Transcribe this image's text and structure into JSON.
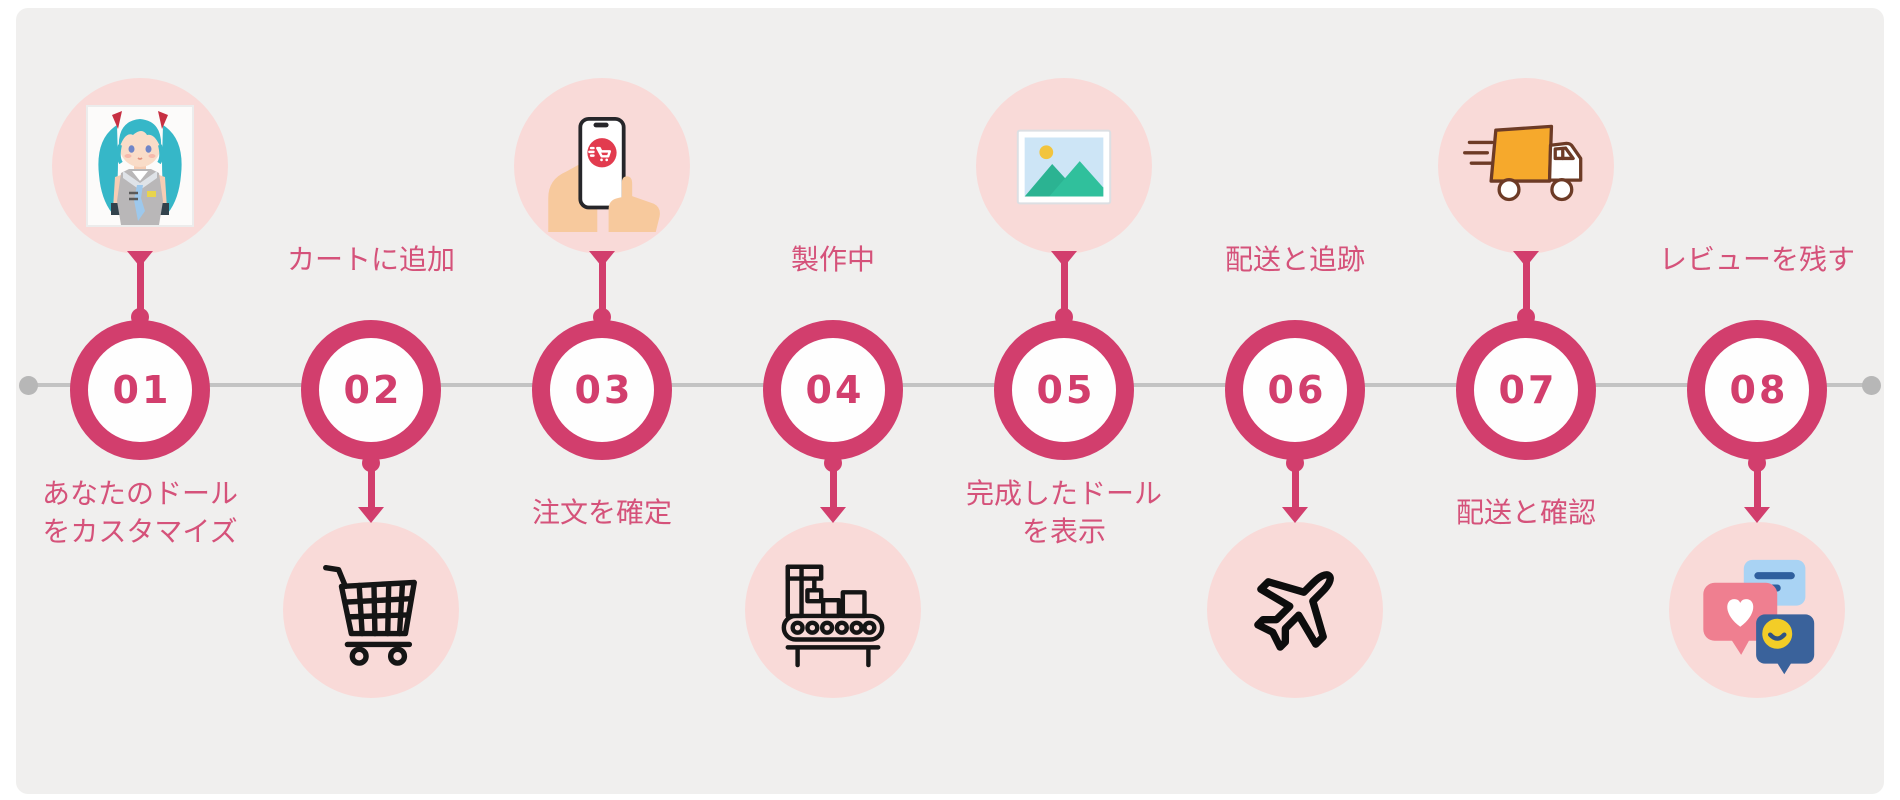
{
  "page": {
    "background": "#ffffff",
    "panel_background": "#f0efee"
  },
  "colors": {
    "accent": "#d23e6d",
    "label_text": "#d5527a",
    "icon_circle_fill": "#f9dad8",
    "timeline_line": "#c3c3c3",
    "timeline_dot": "#b7b7b7"
  },
  "timeline": {
    "steps": [
      {
        "number": "01",
        "icon": "doll-photo-icon",
        "icon_position": "above",
        "label_lines": [
          "あなたのドール",
          "をカスタマイズ"
        ]
      },
      {
        "number": "02",
        "icon": "shopping-cart-icon",
        "icon_position": "below",
        "label_lines": [
          "カートに追加"
        ]
      },
      {
        "number": "03",
        "icon": "phone-order-icon",
        "icon_position": "above",
        "label_lines": [
          "注文を確定"
        ]
      },
      {
        "number": "04",
        "icon": "production-line-icon",
        "icon_position": "below",
        "label_lines": [
          "製作中"
        ]
      },
      {
        "number": "05",
        "icon": "photo-icon",
        "icon_position": "above",
        "label_lines": [
          "完成したドール",
          "を表示"
        ]
      },
      {
        "number": "06",
        "icon": "airplane-icon",
        "icon_position": "below",
        "label_lines": [
          "配送と追跡"
        ]
      },
      {
        "number": "07",
        "icon": "delivery-truck-icon",
        "icon_position": "above",
        "label_lines": [
          "配送と確認"
        ]
      },
      {
        "number": "08",
        "icon": "review-chat-icon",
        "icon_position": "below",
        "label_lines": [
          "レビューを残す"
        ]
      }
    ]
  }
}
